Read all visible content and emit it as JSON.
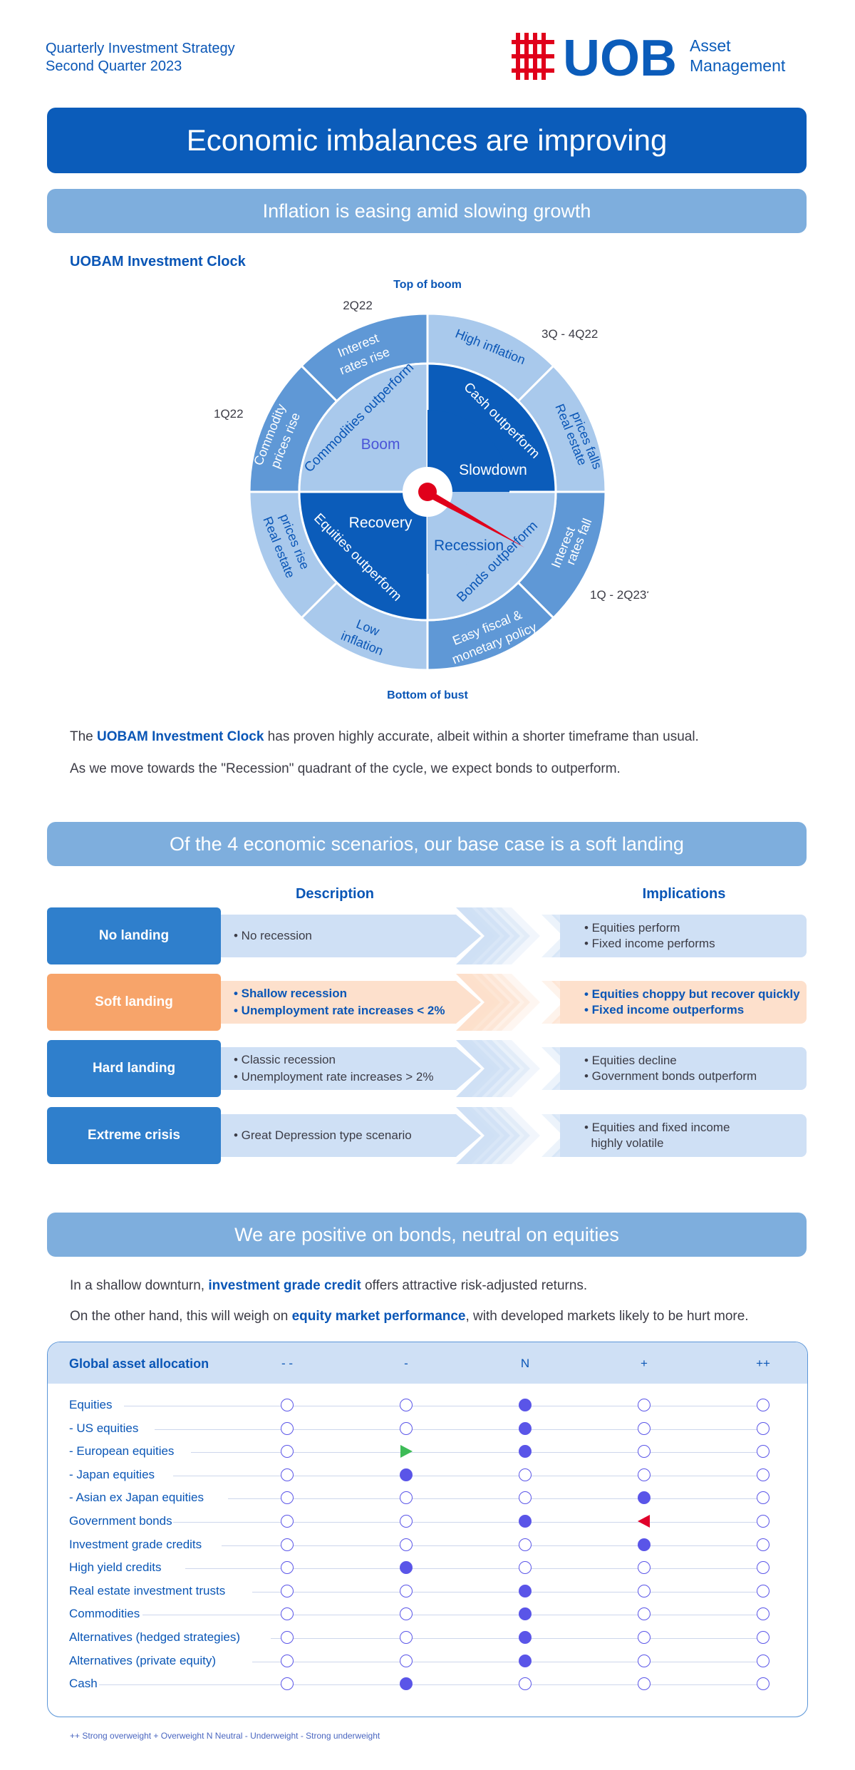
{
  "header": {
    "line1": "Quarterly Investment Strategy",
    "line2": "Second Quarter 2023",
    "logo_text": "UOB",
    "logo_sub1": "Asset",
    "logo_sub2": "Management"
  },
  "banner_main": "Economic imbalances are improving",
  "section1": {
    "title": "Inflation is easing amid slowing growth",
    "clock_title": "UOBAM Investment Clock",
    "top_label": "Top of boom",
    "bottom_label": "Bottom of bust",
    "q_2q22": "2Q22",
    "q_3q4q22": "3Q - 4Q22",
    "q_1q22": "1Q22",
    "q_1q2q23": "1Q - 2Q23?",
    "outer": {
      "interest_rates_rise": [
        "Interest",
        "rates rise"
      ],
      "high_inflation": "High inflation",
      "commodity_prices_rise": [
        "Commodity",
        "prices rise"
      ],
      "real_estate_prices_falls": [
        "Real estate",
        "prices falls"
      ],
      "real_estate_prices_rise": [
        "Real estate",
        "prices rise"
      ],
      "interest_rates_fall": [
        "Interest",
        "rates fall"
      ],
      "low_inflation": [
        "Low",
        "inflation"
      ],
      "easy_policy": [
        "Easy fiscal &",
        "monetary policy"
      ]
    },
    "middle": {
      "commodities": "Commodities outperform",
      "cash": "Cash outperform",
      "equities": "Equities outperform",
      "bonds": "Bonds outperform"
    },
    "inner": {
      "boom": "Boom",
      "slowdown": "Slowdown",
      "recovery": "Recovery",
      "recession": "Recession"
    },
    "para1_pre": "The ",
    "para1_bold": "UOBAM Investment Clock",
    "para1_post": " has proven highly accurate, albeit within a shorter timeframe than usual.",
    "para2": "As we move towards the \"Recession\" quadrant of the cycle, we expect bonds to outperform."
  },
  "section2": {
    "title": "Of the 4 economic scenarios, our base case is a soft landing",
    "desc_head": "Description",
    "impl_head": "Implications",
    "scenarios": [
      {
        "label": "No landing",
        "desc": [
          "• No recession"
        ],
        "impl": [
          "• Equities perform",
          "• Fixed income performs"
        ]
      },
      {
        "label": "Soft landing",
        "desc": [
          "• Shallow recession",
          "• Unemployment rate increases < 2%"
        ],
        "impl": [
          "• Equities choppy but recover quickly",
          "• Fixed income outperforms"
        ]
      },
      {
        "label": "Hard landing",
        "desc": [
          "• Classic recession",
          "• Unemployment rate increases > 2%"
        ],
        "impl": [
          "• Equities decline",
          "• Government bonds outperform"
        ]
      },
      {
        "label": "Extreme crisis",
        "desc": [
          "• Great Depression type scenario"
        ],
        "impl": [
          "• Equities and fixed income",
          "  highly volatile"
        ]
      }
    ]
  },
  "section3": {
    "title": "We are positive on bonds, neutral on equities",
    "para1_pre": "In a shallow downturn, ",
    "para1_bold": "investment grade credit",
    "para1_post": " offers attractive risk-adjusted returns.",
    "para2_pre": "On the other hand, this will weigh on ",
    "para2_bold": "equity market performance",
    "para2_post": ", with developed markets likely to be hurt more.",
    "table_title": "Global asset allocation",
    "scale": [
      "- -",
      "-",
      "N",
      "+",
      "++"
    ],
    "rows": [
      {
        "label": "Equities",
        "pos": 2,
        "marker": ""
      },
      {
        "label": "- US equities",
        "pos": 2,
        "marker": ""
      },
      {
        "label": "- European equities",
        "pos": 2,
        "marker": "up-1"
      },
      {
        "label": "- Japan equities",
        "pos": 1,
        "marker": ""
      },
      {
        "label": "- Asian ex Japan equities",
        "pos": 3,
        "marker": ""
      },
      {
        "label": "Government bonds",
        "pos": 2,
        "marker": "down-3"
      },
      {
        "label": "Investment grade credits",
        "pos": 3,
        "marker": ""
      },
      {
        "label": "High yield credits",
        "pos": 1,
        "marker": ""
      },
      {
        "label": "Real estate investment trusts",
        "pos": 2,
        "marker": ""
      },
      {
        "label": "Commodities",
        "pos": 2,
        "marker": ""
      },
      {
        "label": "Alternatives (hedged strategies)",
        "pos": 2,
        "marker": ""
      },
      {
        "label": "Alternatives (private equity)",
        "pos": 2,
        "marker": ""
      },
      {
        "label": "Cash",
        "pos": 1,
        "marker": ""
      }
    ],
    "legend": "++ Strong overweight   + Overweight   N Neutral   - Underweight   - Strong underweight"
  },
  "colors": {
    "brand_blue": "#0b5cba",
    "light_blue": "#7eaedd",
    "soft_orange": "#f7a46a",
    "dot": "#5a55e8",
    "upgrade": "#3dbb57",
    "downgrade": "#e0002a"
  }
}
